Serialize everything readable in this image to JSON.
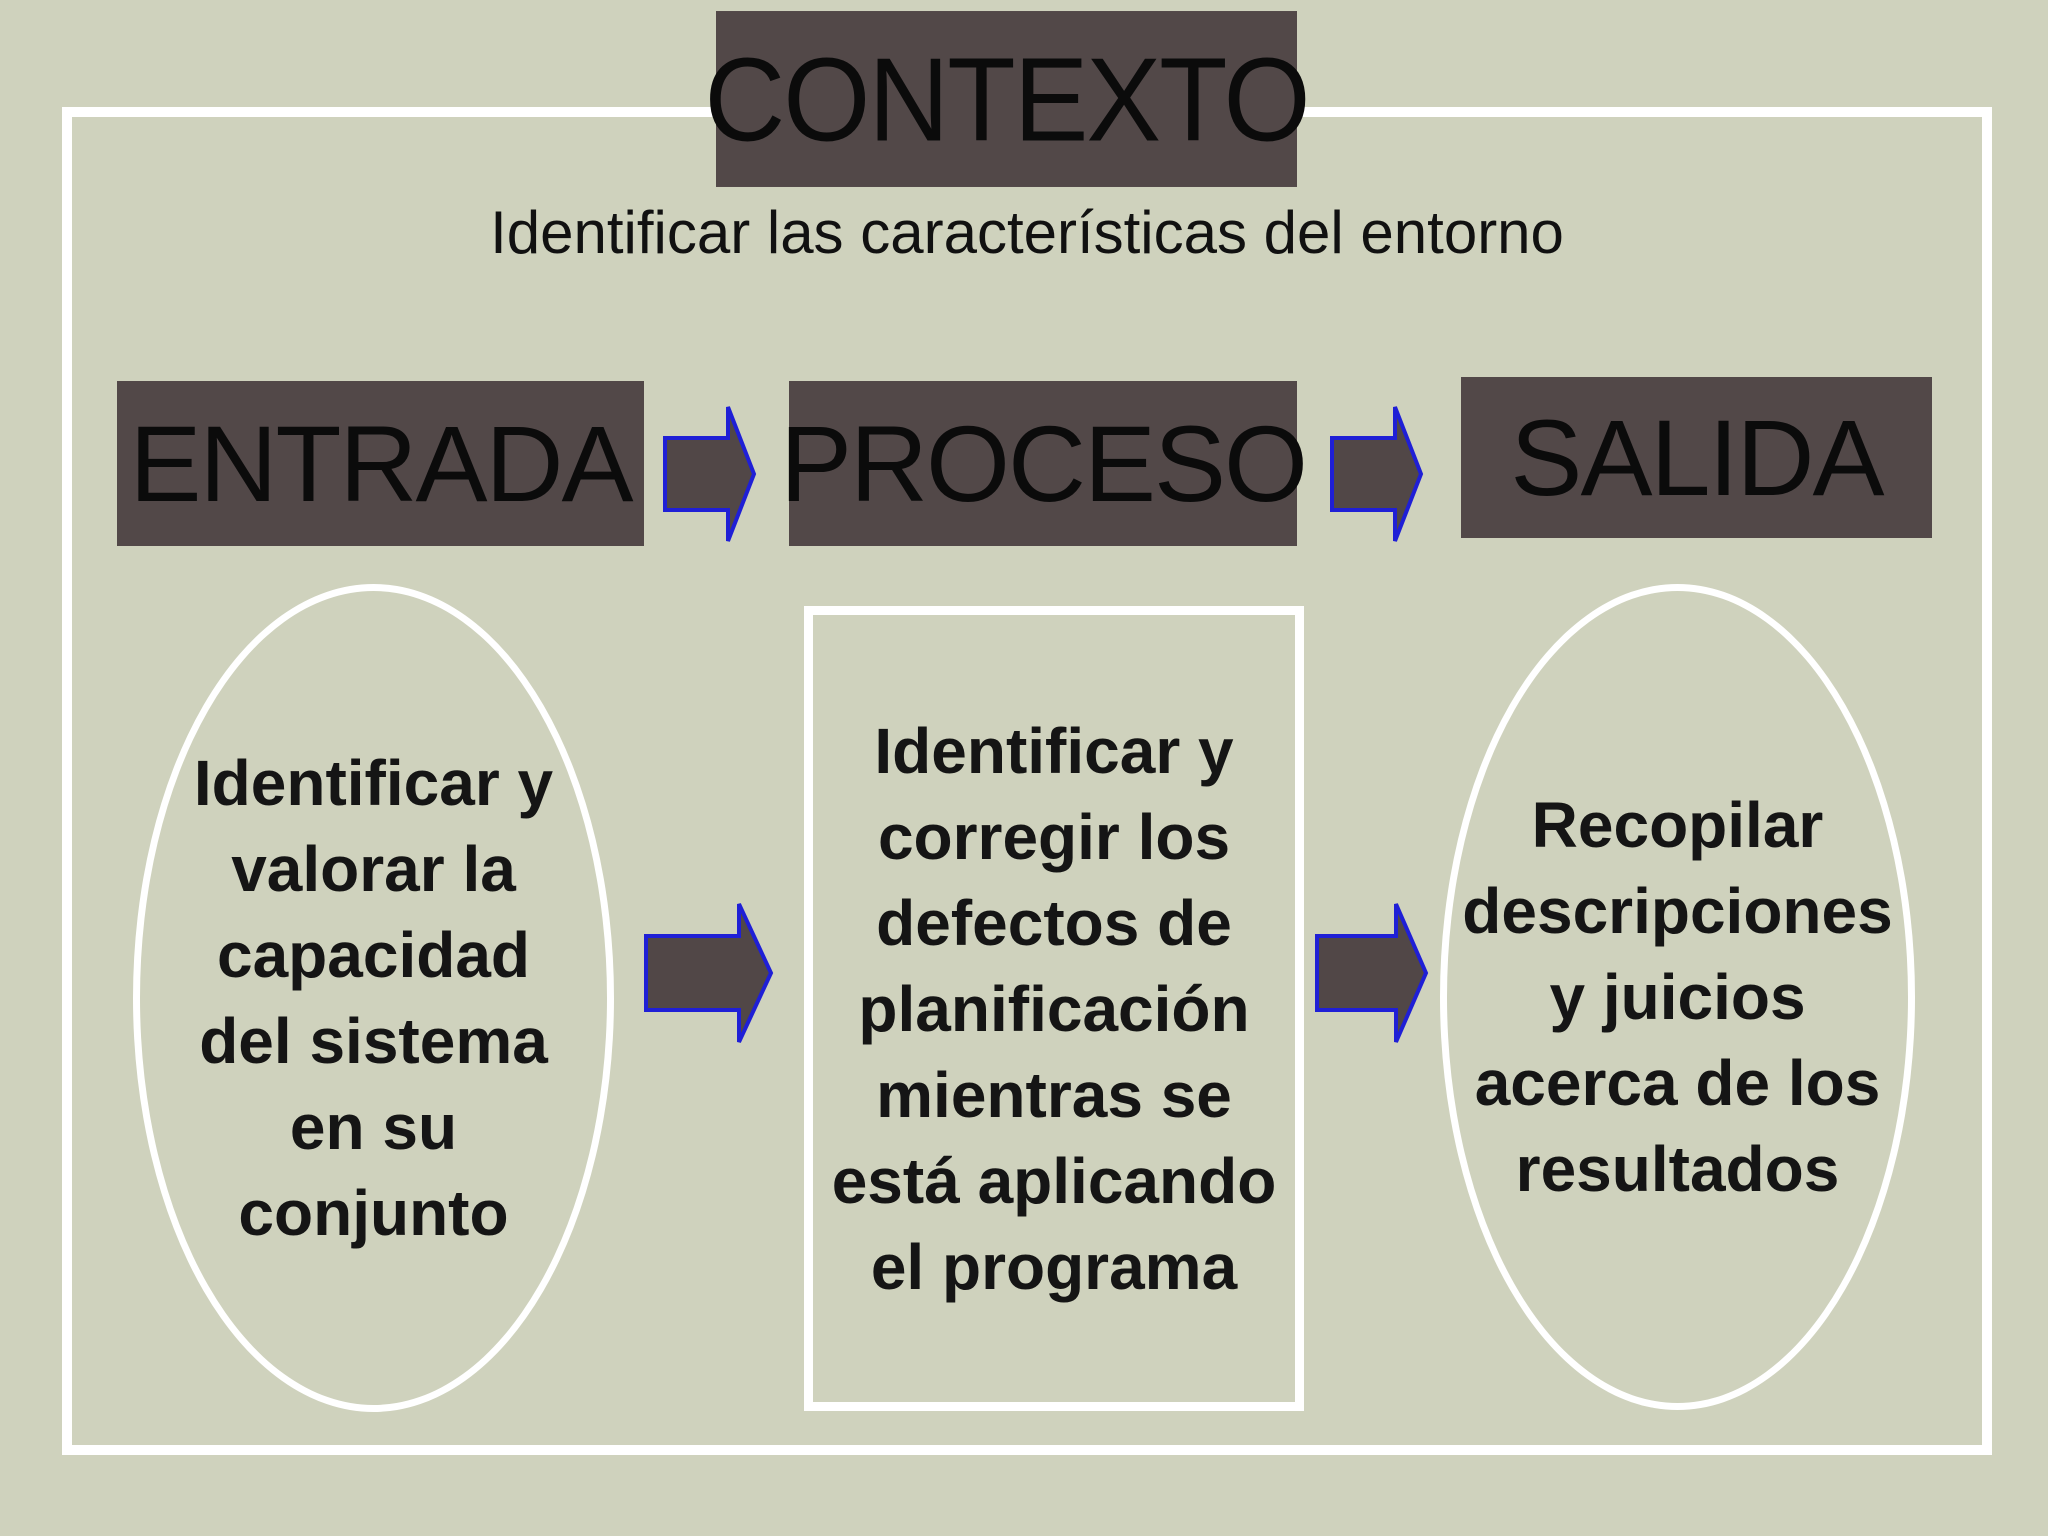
{
  "context": {
    "title": "CONTEXTO",
    "subtitle": "Identificar las características del entorno"
  },
  "stages": {
    "input": {
      "title": "ENTRADA",
      "description": "Identificar y\nvalorar la\ncapacidad\ndel sistema\nen su\nconjunto"
    },
    "process": {
      "title": "PROCESO",
      "description": "Identificar y\ncorregir los\ndefectos de\nplanificación\nmientras se\nestá aplicando\nel programa"
    },
    "output": {
      "title": "SALIDA",
      "description": "Recopilar\ndescripciones\ny juicios\nacerca de los\nresultados"
    }
  },
  "colors": {
    "background": "#cfd2bd",
    "label_fill": "#524848",
    "frame": "#ffffff",
    "arrow_fill": "#514747",
    "arrow_outline": "#1f1fd6"
  },
  "icons": {
    "arrow": "right-arrow-icon"
  }
}
